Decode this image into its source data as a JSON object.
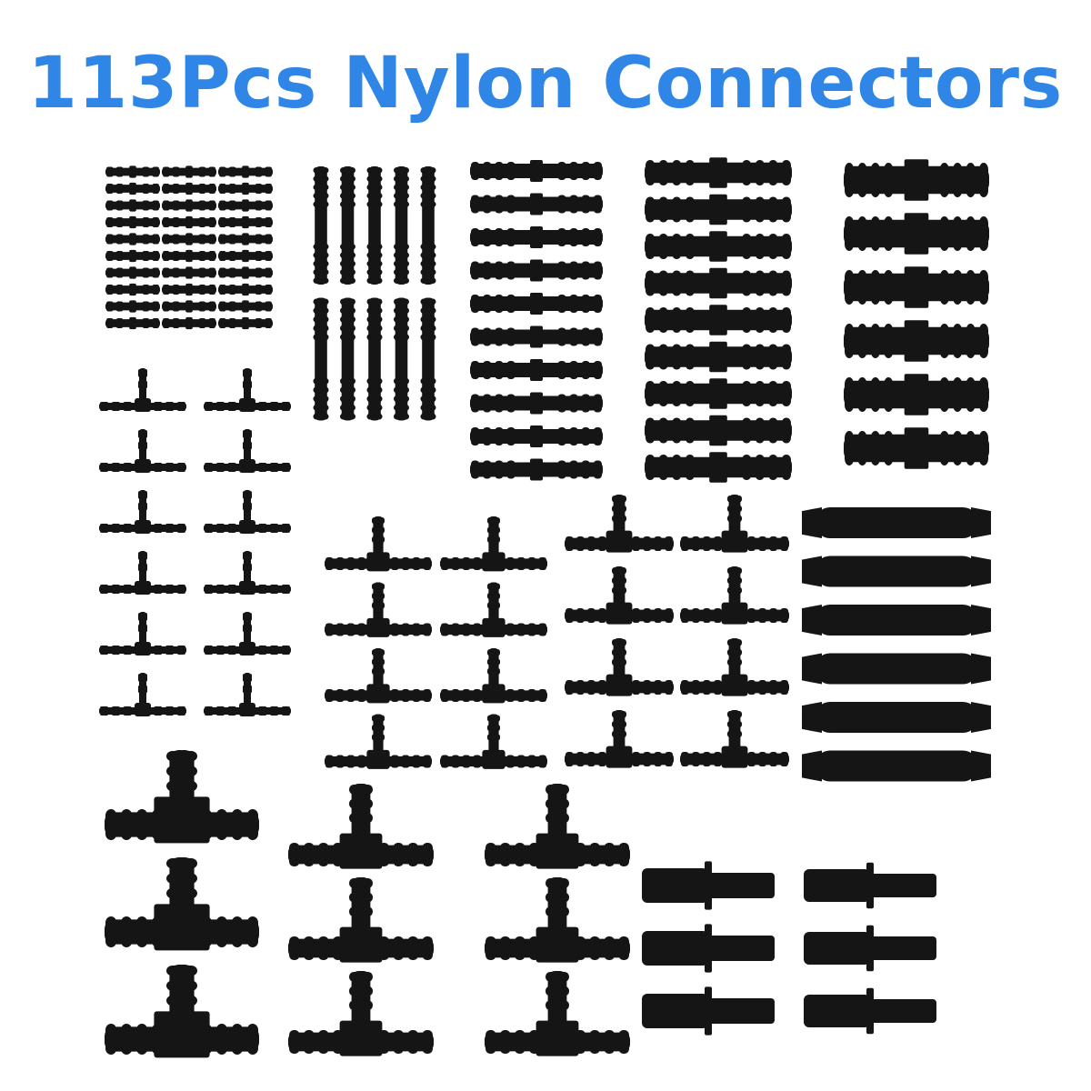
{
  "title": {
    "text": "113Pcs Nylon Connectors",
    "color": "#2f86e6"
  },
  "image": {
    "subject": "assortment of black nylon hose barb connectors",
    "item_color": "#151515",
    "background_color": "#ffffff",
    "groups": [
      {
        "name": "tiny-straight-connectors",
        "count": 30
      },
      {
        "name": "thin-long-straight-connectors",
        "count": 10
      },
      {
        "name": "medium-straight-connectors",
        "count": 10
      },
      {
        "name": "large-straight-connectors",
        "count": 9
      },
      {
        "name": "extra-large-straight-connectors",
        "count": 6
      },
      {
        "name": "small-tee-connectors",
        "count": 12
      },
      {
        "name": "medium-tee-connectors-left",
        "count": 8
      },
      {
        "name": "medium-tee-connectors-right",
        "count": 8
      },
      {
        "name": "long-barrel-connectors",
        "count": 6
      },
      {
        "name": "large-tee-connectors",
        "count": 9
      },
      {
        "name": "reducer-connectors",
        "count": 6
      }
    ]
  }
}
